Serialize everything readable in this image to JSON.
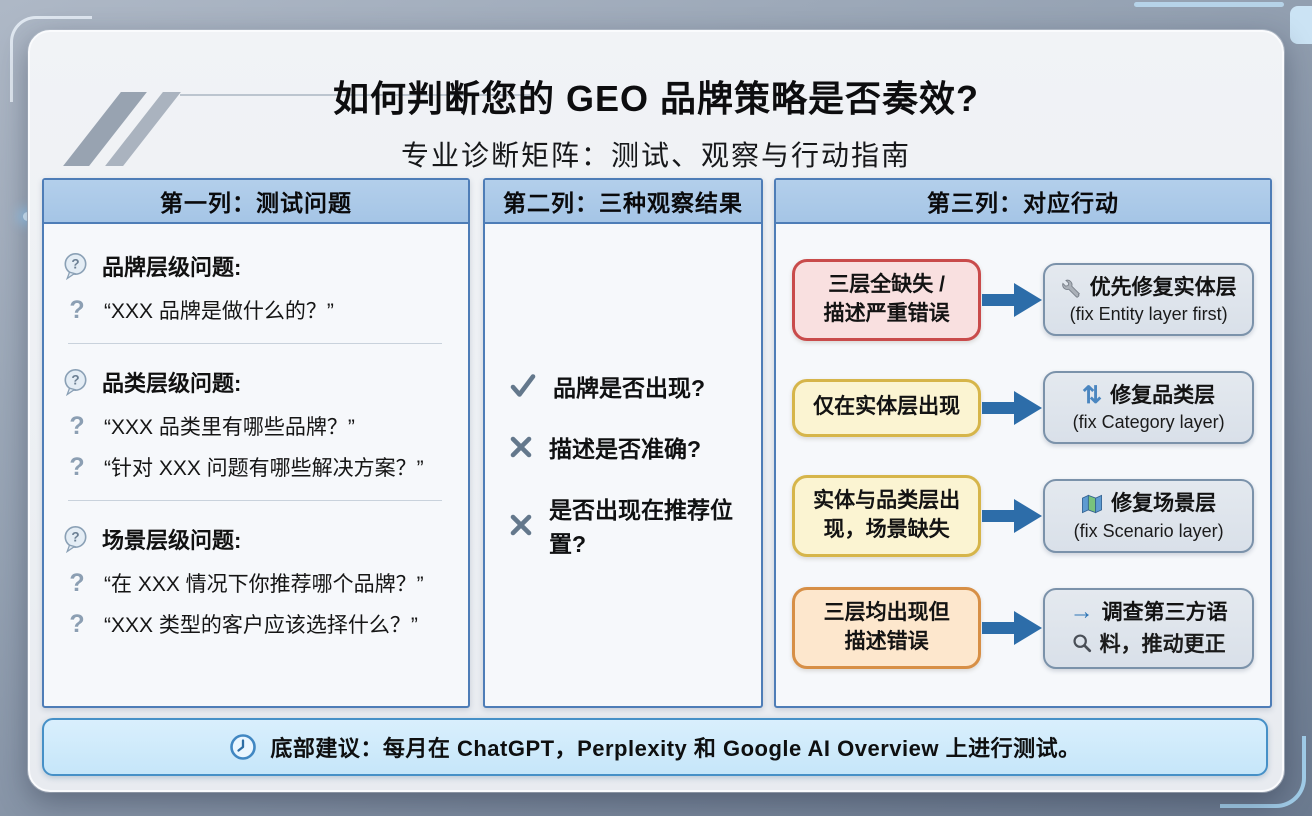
{
  "title": "如何判断您的 GEO 品牌策略是否奏效?",
  "subtitle": "专业诊断矩阵：测试、观察与行动指南",
  "palette": {
    "header_blue_bg": "#abc9e8",
    "column_border_blue": "#4e7db7",
    "arrow_blue": "#2d6da9",
    "condition_red_bg": "#f9e0e0",
    "condition_red_border": "#c94b4b",
    "condition_yellow_bg": "#fbf4d2",
    "condition_yellow_border": "#d6b54a",
    "condition_orange_bg": "#fde7cd",
    "condition_orange_border": "#d78f46",
    "action_gray_bg": "#dfe5ec",
    "action_gray_border": "#7b92aa",
    "footer_bg": "#cde9fb",
    "footer_border": "#4690c7"
  },
  "col1": {
    "header": "第一列：测试问题",
    "groups": [
      {
        "heading": "品牌层级问题:",
        "q1": "“XXX 品牌是做什么的？”"
      },
      {
        "heading": "品类层级问题:",
        "q1": "“XXX 品类里有哪些品牌？”",
        "q2": "“针对 XXX 问题有哪些解决方案？”"
      },
      {
        "heading": "场景层级问题:",
        "q1": "“在 XXX 情况下你推荐哪个品牌？”",
        "q2": "“XXX 类型的客户应该选择什么？”"
      }
    ],
    "icons": {
      "heading_icon": "speech-bubble-question",
      "question_glyph": "?"
    }
  },
  "col2": {
    "header": "第二列：三种观察结果",
    "items": [
      {
        "icon": "check-icon",
        "text": "品牌是否出现?"
      },
      {
        "icon": "cross-icon",
        "text": "描述是否准确?"
      },
      {
        "icon": "cross-icon",
        "text": "是否出现在推荐位置?"
      }
    ]
  },
  "col3": {
    "header": "第三列：对应行动",
    "rows": [
      {
        "condition_line1": "三层全缺失 /",
        "condition_line2": "描述严重错误",
        "condition_style": "red",
        "action_icon": "wrench-icon",
        "action_title": "优先修复实体层",
        "action_subtitle": "(fix Entity layer first)"
      },
      {
        "condition_line1": "仅在实体层出现",
        "condition_style": "yellow",
        "action_icon": "sort-arrows-icon",
        "action_icon_glyph": "⇅",
        "action_title": "修复品类层",
        "action_subtitle": "(fix Category layer)"
      },
      {
        "condition_line1": "实体与品类层出",
        "condition_line2": "现，场景缺失",
        "condition_style": "yellow",
        "action_icon": "map-icon",
        "action_title": "修复场景层",
        "action_subtitle": "(fix Scenario layer)"
      },
      {
        "condition_line1": "三层均出现但",
        "condition_line2": "描述错误",
        "condition_style": "orange",
        "action_icon": "arrow-right-icon",
        "action_icon_glyph": "→",
        "action_icon2": "magnifier-icon",
        "action_title": "调查第三方语",
        "action_subtitle": "料，推动更正"
      }
    ]
  },
  "footer": {
    "icon": "clock-icon",
    "text": "底部建议：每月在 ChatGPT，Perplexity 和 Google AI Overview 上进行测试。"
  }
}
